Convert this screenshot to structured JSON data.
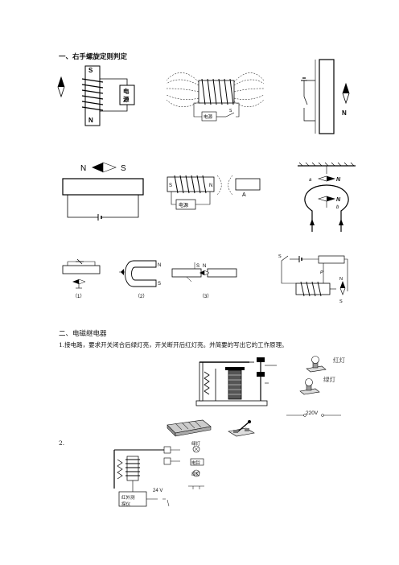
{
  "section1": {
    "title": "一、右手螺旋定则判定",
    "fig1": {
      "top_pole": "S",
      "bottom_pole": "N",
      "source_line1": "电",
      "source_line2": "源"
    },
    "fig2": {
      "source": "电源",
      "switch": "S"
    },
    "fig3": {
      "pole": "N"
    },
    "fig4": {
      "left_pole": "N",
      "right_pole": "S"
    },
    "fig5": {
      "left_end": "S",
      "right_end": "N",
      "source": "电源",
      "magnet": "A"
    },
    "fig6": {
      "needle_top": "N",
      "needle_top_mark": "a",
      "needle_bottom": "N",
      "needle_bottom_mark": "b"
    },
    "fig7": {
      "caption": "（1）"
    },
    "fig8": {
      "pole_n": "N",
      "pole_s": "S",
      "caption": "（2）"
    },
    "fig9": {
      "pole_s": "S",
      "pole_n": "N",
      "caption": "（3）"
    },
    "fig10": {
      "switch": "S",
      "slider": "P",
      "pole_n": "N",
      "pole_s": "S"
    }
  },
  "section2": {
    "title": "二、电磁继电器",
    "q1": "1.接电路，要求开关闭合后绿灯亮，开关断开后红灯亮。并简要的写出它的工作原理。",
    "red_lamp": "红灯",
    "green_lamp": "绿灯",
    "mains": "220V",
    "q2": "2.",
    "q2_green": "绿灯",
    "q2_bell": "电铃",
    "q2_red": "红灯",
    "q2_box1": "红外测",
    "q2_box2": "探仪",
    "q2_voltage": "24 V"
  }
}
